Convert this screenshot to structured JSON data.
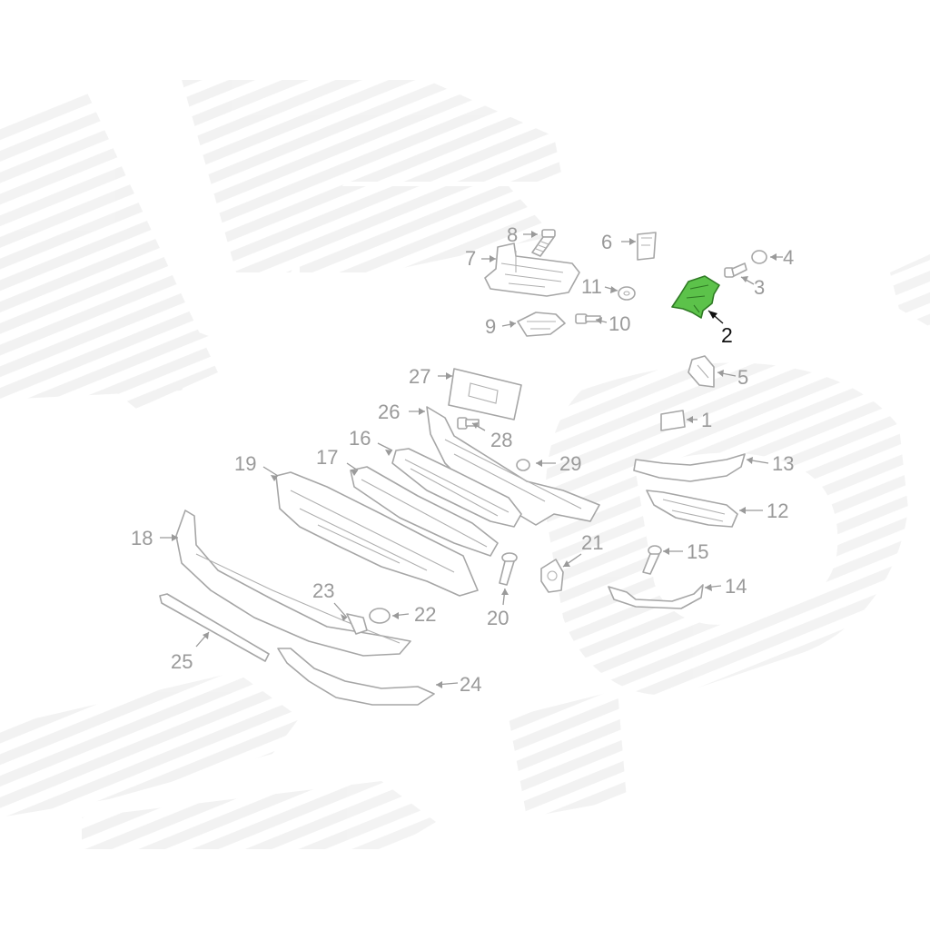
{
  "highlight_color": "#5cc24a",
  "watermark": "striped letters (decorative)",
  "highlighted_part": "2",
  "callouts": [
    {
      "id": "p1",
      "label": "1"
    },
    {
      "id": "p2",
      "label": "2"
    },
    {
      "id": "p3",
      "label": "3"
    },
    {
      "id": "p4",
      "label": "4"
    },
    {
      "id": "p5",
      "label": "5"
    },
    {
      "id": "p6",
      "label": "6"
    },
    {
      "id": "p7",
      "label": "7"
    },
    {
      "id": "p8",
      "label": "8"
    },
    {
      "id": "p9",
      "label": "9"
    },
    {
      "id": "p10",
      "label": "10"
    },
    {
      "id": "p11",
      "label": "11"
    },
    {
      "id": "p12",
      "label": "12"
    },
    {
      "id": "p13",
      "label": "13"
    },
    {
      "id": "p14",
      "label": "14"
    },
    {
      "id": "p15",
      "label": "15"
    },
    {
      "id": "p16",
      "label": "16"
    },
    {
      "id": "p17",
      "label": "17"
    },
    {
      "id": "p18",
      "label": "18"
    },
    {
      "id": "p19",
      "label": "19"
    },
    {
      "id": "p20",
      "label": "20"
    },
    {
      "id": "p21",
      "label": "21"
    },
    {
      "id": "p22",
      "label": "22"
    },
    {
      "id": "p23",
      "label": "23"
    },
    {
      "id": "p24",
      "label": "24"
    },
    {
      "id": "p25",
      "label": "25"
    },
    {
      "id": "p26",
      "label": "26"
    },
    {
      "id": "p27",
      "label": "27"
    },
    {
      "id": "p28",
      "label": "28"
    },
    {
      "id": "p29",
      "label": "29"
    }
  ]
}
